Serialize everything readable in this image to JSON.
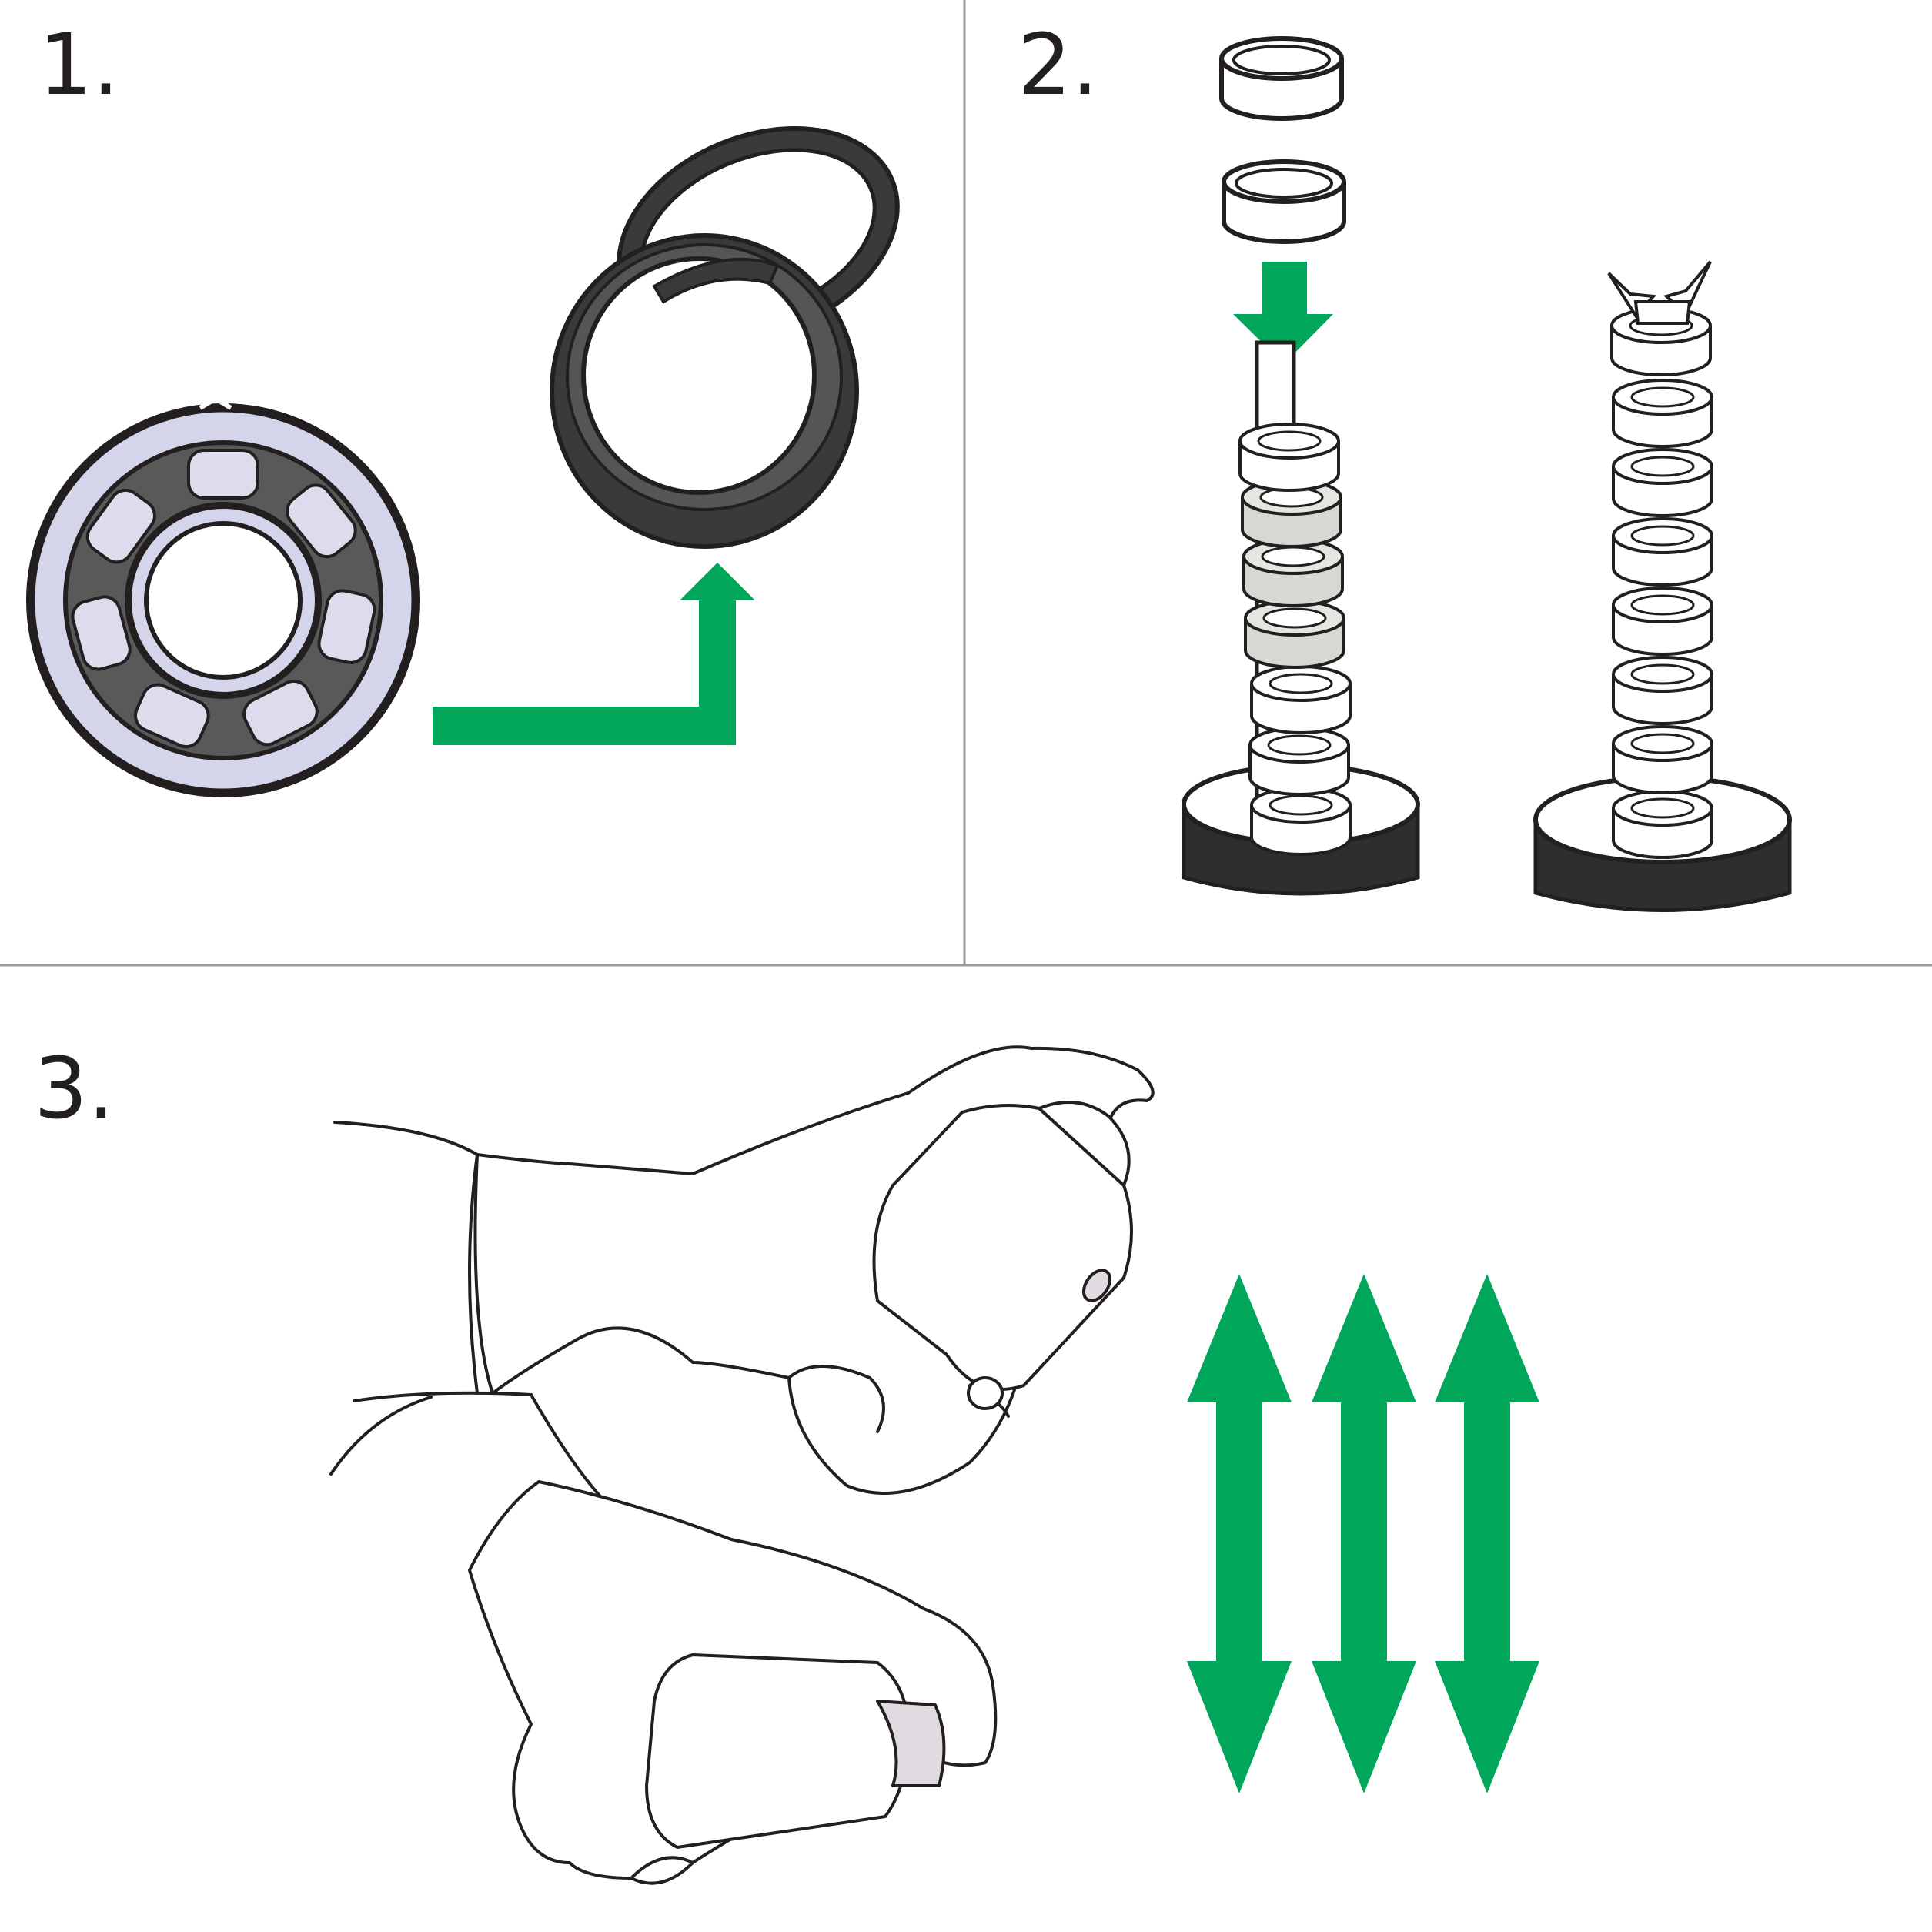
{
  "steps": [
    {
      "number": "1."
    },
    {
      "number": "2."
    },
    {
      "number": "3."
    }
  ],
  "colors": {
    "arrow": "#00a65a",
    "ink": "#231f20",
    "dark_part": "#3a3a3a",
    "seal": "#555555",
    "bearing_face": "#d4d4ea",
    "bearing_cage": "#595959",
    "ball": "#dcdcec",
    "dirty_bearing": "#d8d8d2",
    "divider": "#9a9a9a"
  },
  "icons": [
    "ball-bearing-icon",
    "rubber-seal-rings-icon",
    "l-shaped-arrow-icon",
    "loose-bearings-icon",
    "down-arrow-icon",
    "bearing-stack-rod-icon",
    "wing-nut-stack-icon",
    "hands-shaking-bottle-icon",
    "vertical-double-arrow-icon"
  ]
}
